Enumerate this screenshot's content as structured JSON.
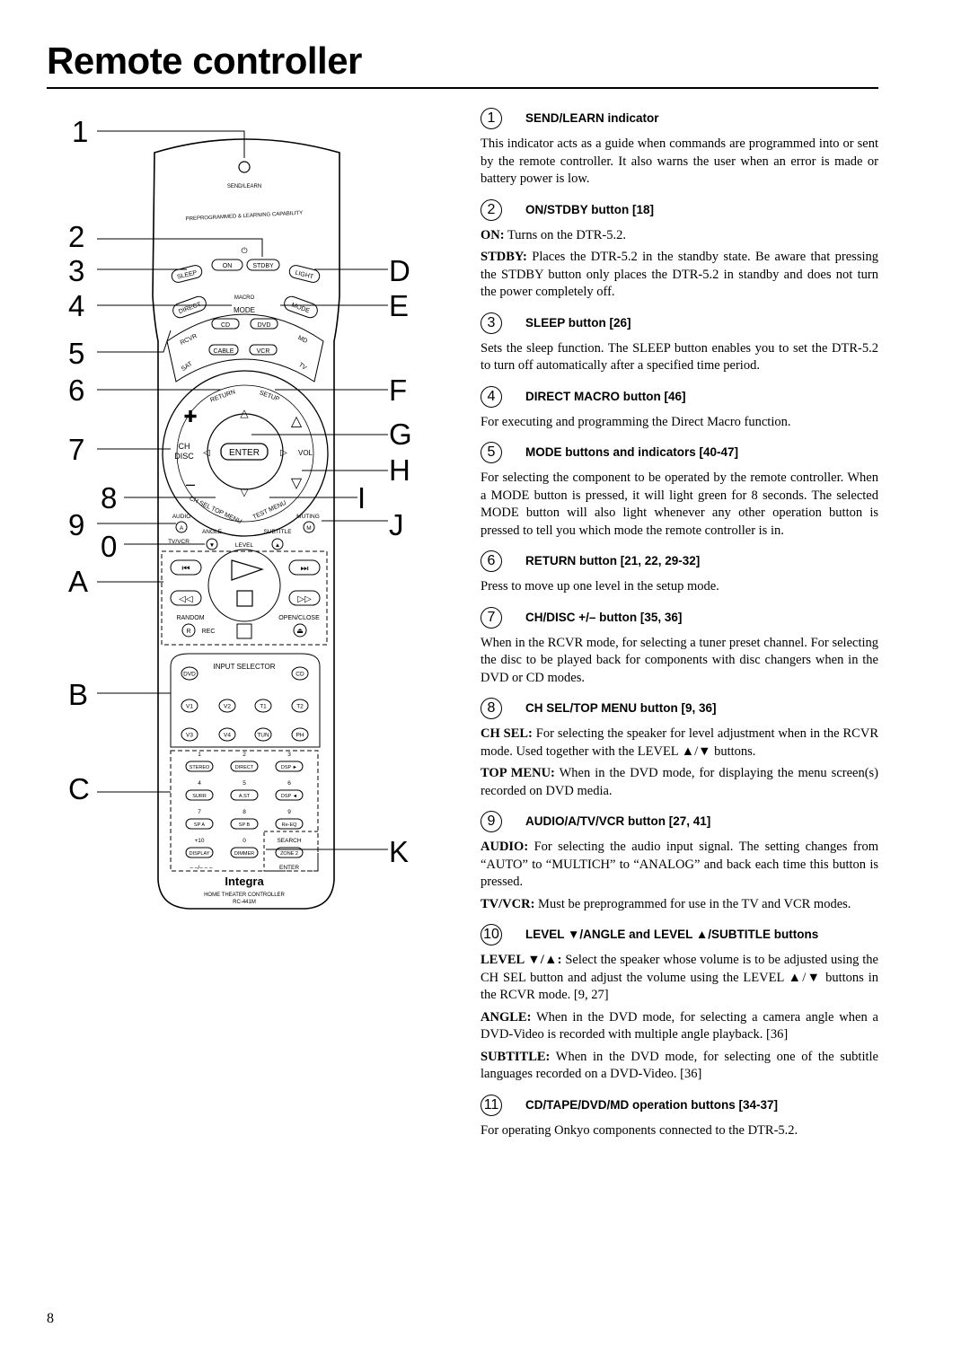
{
  "page": {
    "title": "Remote controller",
    "page_number": "8"
  },
  "callouts": [
    "1",
    "2",
    "3",
    "4",
    "5",
    "6",
    "7",
    "8",
    "9",
    "0",
    "A",
    "B",
    "C",
    "D",
    "E",
    "F",
    "G",
    "H",
    "I",
    "J",
    "K"
  ],
  "remote": {
    "send_learn": "SEND/LEARN",
    "capability": "PREPROGRAMMED & LEARNING CAPABILITY",
    "on": "ON",
    "stdby": "STDBY",
    "sleep": "SLEEP",
    "light": "LIGHT",
    "direct": "DIRECT",
    "macro": "MACRO",
    "mode_label": "MODE",
    "mode": "MODE",
    "rcvr": "RCVR",
    "cd": "CD",
    "dvd": "DVD",
    "md": "MD",
    "sat": "SAT",
    "cable": "CABLE",
    "vcr": "VCR",
    "tv": "TV",
    "return": "RETURN",
    "setup": "SETUP",
    "ch_disc_1": "CH",
    "ch_disc_2": "DISC",
    "enter": "ENTER",
    "vol": "VOL",
    "ch_sel_top_menu": "CH SEL TOP MENU",
    "test_menu": "TEST MENU",
    "audio": "AUDIO",
    "muting": "MUTING",
    "a": "A",
    "angle": "ANGLE",
    "subtitle": "SUBTITLE",
    "m": "M",
    "tv_vcr": "TV/VCR",
    "level": "LEVEL",
    "random": "RANDOM",
    "open_close": "OPEN/CLOSE",
    "r": "R",
    "rec": "REC",
    "input_selector": "INPUT SELECTOR",
    "inputs": [
      "DVD",
      "CD",
      "V1",
      "V2",
      "T1",
      "T2",
      "V3",
      "V4",
      "TUN",
      "PH"
    ],
    "keypad": [
      {
        "num": "1",
        "btn": "STEREO"
      },
      {
        "num": "2",
        "btn": "DIRECT"
      },
      {
        "num": "3",
        "btn": "DSP ►"
      },
      {
        "num": "4",
        "btn": "SURR"
      },
      {
        "num": "5",
        "btn": "A.ST"
      },
      {
        "num": "6",
        "btn": "DSP ◄"
      },
      {
        "num": "7",
        "btn": "SP A"
      },
      {
        "num": "8",
        "btn": "SP B"
      },
      {
        "num": "9",
        "btn": "Re-EQ"
      },
      {
        "num": "+10",
        "btn": "DISPLAY"
      },
      {
        "num": "0",
        "btn": "DIMMER"
      },
      {
        "num": "SEARCH",
        "btn": "ZONE 2"
      }
    ],
    "dashes": "– –/– – –",
    "enter_small": "ENTER",
    "brand": "Integra",
    "product": "HOME THEATER CONTROLLER",
    "model": "RC-441M"
  },
  "items": [
    {
      "num": "1",
      "title": "SEND/LEARN indicator",
      "paras": [
        {
          "lead": "",
          "text": "This indicator acts as a guide when commands are programmed into or sent by the remote controller. It also warns the user when an error is made or battery power is low."
        }
      ]
    },
    {
      "num": "2",
      "title": "ON/STDBY button [18]",
      "paras": [
        {
          "lead": "ON:",
          "text": " Turns on the DTR-5.2."
        },
        {
          "lead": "STDBY:",
          "text": " Places the DTR-5.2 in the standby state. Be aware that pressing the STDBY button only places the DTR-5.2 in standby and does not turn the power completely off."
        }
      ]
    },
    {
      "num": "3",
      "title": "SLEEP button [26]",
      "paras": [
        {
          "lead": "",
          "text": "Sets the sleep function. The SLEEP button enables you to set the DTR-5.2 to turn off automatically after a specified time period."
        }
      ]
    },
    {
      "num": "4",
      "title": "DIRECT MACRO button [46]",
      "paras": [
        {
          "lead": "",
          "text": "For executing and programming the Direct Macro function."
        }
      ]
    },
    {
      "num": "5",
      "title": "MODE buttons and indicators [40-47]",
      "paras": [
        {
          "lead": "",
          "text": "For selecting the component to be operated by the remote controller. When a MODE button is pressed, it will light green for 8 seconds. The selected MODE button will also light whenever any other operation button is pressed to tell you which mode the remote controller is in."
        }
      ]
    },
    {
      "num": "6",
      "title": "RETURN button [21, 22, 29-32]",
      "paras": [
        {
          "lead": "",
          "text": "Press to move up one level in the setup mode."
        }
      ]
    },
    {
      "num": "7",
      "title": "CH/DISC +/– button [35, 36]",
      "paras": [
        {
          "lead": "",
          "text": "When in the RCVR mode, for selecting a tuner preset channel. For selecting the disc to be played back for components with disc changers when in the DVD or CD modes."
        }
      ]
    },
    {
      "num": "8",
      "title": "CH SEL/TOP MENU button [9, 36]",
      "paras": [
        {
          "lead": "CH SEL:",
          "text": " For selecting the speaker for level adjustment when in the RCVR mode. Used together with the LEVEL ▲/▼ buttons."
        },
        {
          "lead": "TOP MENU:",
          "text": " When in the DVD mode, for displaying the menu screen(s) recorded on DVD media."
        }
      ]
    },
    {
      "num": "9",
      "title": "AUDIO/A/TV/VCR button [27, 41]",
      "paras": [
        {
          "lead": "AUDIO:",
          "text": " For selecting the audio input signal. The setting changes from “AUTO” to “MULTICH” to “ANALOG” and back each time this button is pressed."
        },
        {
          "lead": "TV/VCR:",
          "text": " Must be preprogrammed for use in the TV and VCR modes."
        }
      ]
    },
    {
      "num": "10",
      "title": "LEVEL ▼/ANGLE and LEVEL ▲/SUBTITLE buttons",
      "paras": [
        {
          "lead": "LEVEL ▼/▲:",
          "text": " Select the speaker whose volume is to be adjusted using the CH SEL button and adjust the volume using the LEVEL ▲/▼ buttons in the RCVR mode. [9, 27]"
        },
        {
          "lead": "ANGLE:",
          "text": " When in the DVD mode, for selecting a camera angle when a DVD-Video is recorded with multiple angle playback. [36]"
        },
        {
          "lead": "SUBTITLE:",
          "text": " When in the DVD mode, for selecting one of the subtitle languages recorded on a DVD-Video. [36]"
        }
      ]
    },
    {
      "num": "11",
      "title": "CD/TAPE/DVD/MD operation buttons [34-37]",
      "paras": [
        {
          "lead": "",
          "text": "For operating Onkyo components connected to the DTR-5.2."
        }
      ]
    }
  ]
}
